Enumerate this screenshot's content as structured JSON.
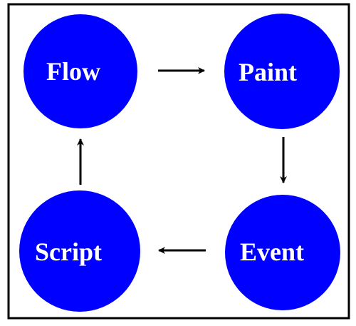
{
  "colors": {
    "frame": "#000000",
    "background": "#ffffff",
    "node_fill": "#0000ff",
    "node_text": "#ffffff",
    "arrow": "#000000"
  },
  "nodes": {
    "flow": {
      "label": "Flow"
    },
    "paint": {
      "label": "Paint"
    },
    "event": {
      "label": "Event"
    },
    "script": {
      "label": "Script"
    }
  },
  "edges": [
    {
      "from": "Flow",
      "to": "Paint"
    },
    {
      "from": "Paint",
      "to": "Event"
    },
    {
      "from": "Event",
      "to": "Script"
    },
    {
      "from": "Script",
      "to": "Flow"
    }
  ]
}
